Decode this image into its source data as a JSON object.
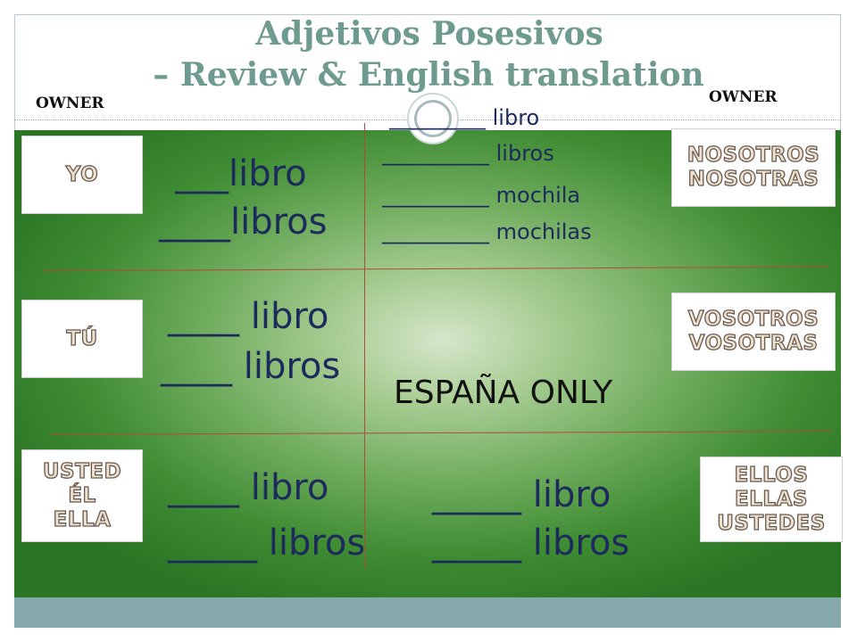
{
  "slide": {
    "title_line1": "Adjetivos Posesivos",
    "title_line2": "– Review & English translation",
    "owner_left": "OWNER",
    "owner_right": "OWNER",
    "colors": {
      "title": "#6e9a8f",
      "panel_green": "#3f8c33",
      "text_navy": "#1d2a5c",
      "grid_line": "#b24a3a",
      "footer_bar": "#84a8ab"
    }
  },
  "pronouns": {
    "yo": [
      "YO"
    ],
    "tu": [
      "TÚ"
    ],
    "usted": [
      "USTED",
      "ÉL",
      "ELLA"
    ],
    "nosotros": [
      "NOSOTROS",
      "NOSOTRAS"
    ],
    "vosotros": [
      "VOSOTROS",
      "VOSOTRAS"
    ],
    "ellos": [
      "ELLOS",
      "ELLAS",
      "USTEDES"
    ]
  },
  "cells": {
    "yo": [
      "___libro",
      "____libros"
    ],
    "nosotros": [
      "_________ libro",
      "__________ libros",
      "__________ mochila",
      "__________ mochilas"
    ],
    "tu": [
      "____ libro",
      "____ libros"
    ],
    "vosotros_note": "ESPAÑA ONLY",
    "usted": [
      "____ libro",
      "_____ libros"
    ],
    "ellos": [
      "_____ libro",
      "_____ libros"
    ]
  }
}
